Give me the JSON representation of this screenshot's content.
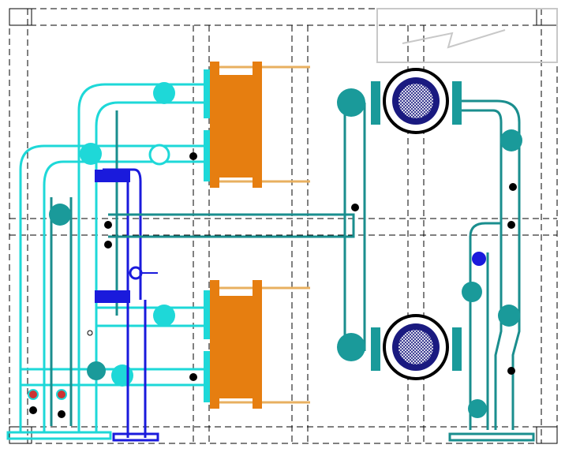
{
  "drawing": {
    "type": "piping-plan-cad",
    "colors": {
      "grid": "#000000",
      "cyan_pipe": "#1ed8d8",
      "teal_pipe": "#1a8e8e",
      "blue_pipe": "#1a1adc",
      "heat_exchanger": "#e67e10",
      "pump_casing": "#1a1a80",
      "title_block": "#c8c8c8"
    },
    "components": [
      "heat-exchanger-top",
      "heat-exchanger-bottom",
      "pump-top",
      "pump-bottom",
      "supply-pipe-left",
      "blue-bypass-pipe",
      "return-pipe-right"
    ]
  }
}
